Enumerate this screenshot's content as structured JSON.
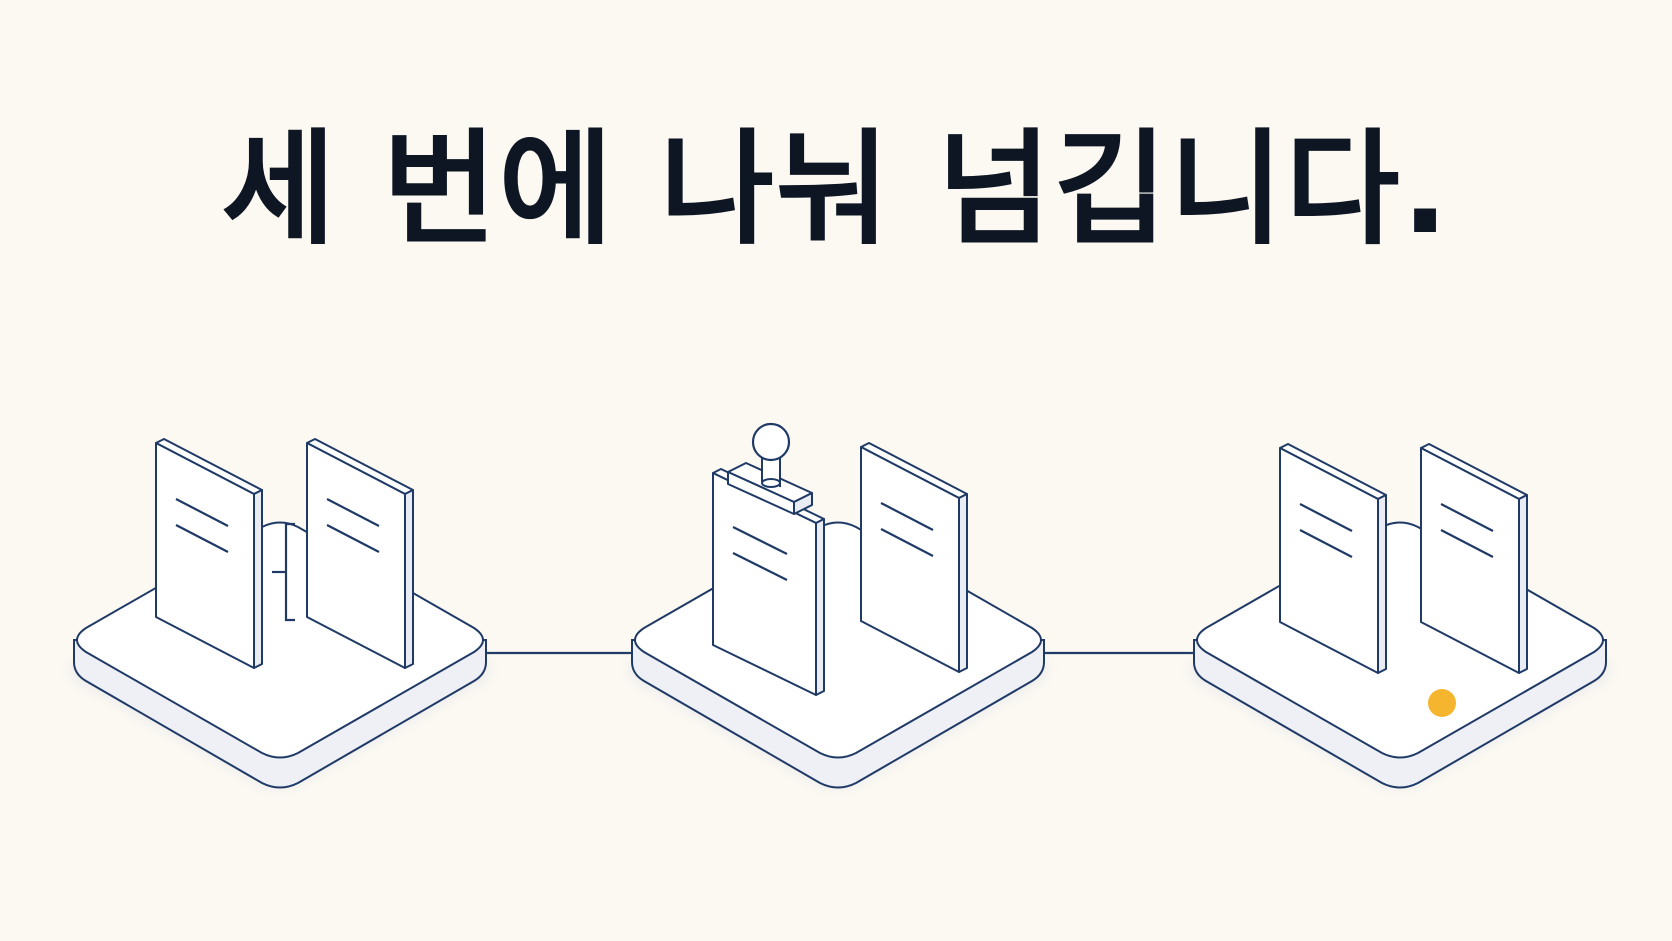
{
  "headline": "세 번에 나눠 넘깁니다.",
  "colors": {
    "background": "#fcf9f2",
    "ink": "#0e1624",
    "stroke": "#1f3a66",
    "surface": "#ffffff",
    "side": "#eef0f6",
    "accent": "#f5b52e"
  },
  "stages": [
    {
      "id": "stage-1",
      "documents": 2,
      "marker": "bracket-connector"
    },
    {
      "id": "stage-2",
      "documents": 2,
      "marker": "stamp-icon"
    },
    {
      "id": "stage-3",
      "documents": 2,
      "marker": "status-dot"
    }
  ]
}
